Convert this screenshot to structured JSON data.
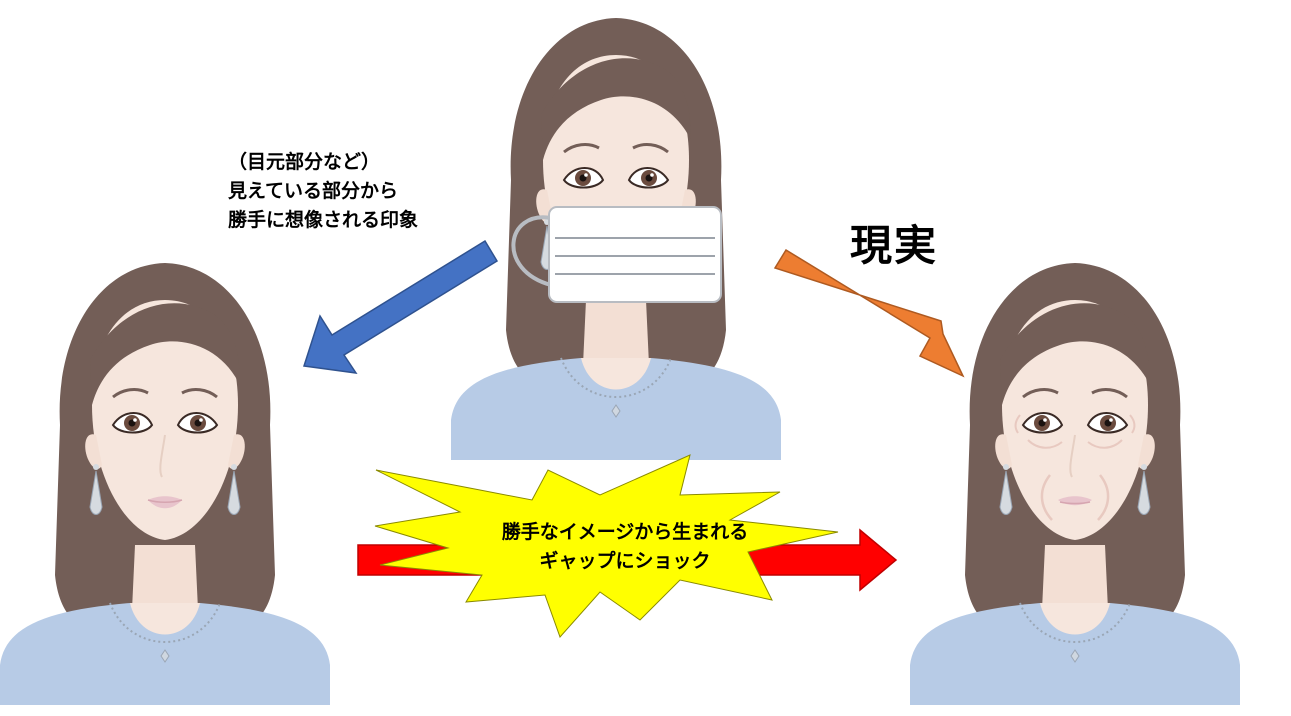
{
  "caption_left": {
    "line1": "（目元部分など）",
    "line2": "見えている部分から",
    "line3": "勝手に想像される印象"
  },
  "reality_label": "現実",
  "burst": {
    "line1": "勝手なイメージから生まれる",
    "line2": "ギャップにショック"
  },
  "colors": {
    "hair": "#735e57",
    "skin": "#f6e6dd",
    "shirt": "#b7cbe6",
    "mask": "#ffffff",
    "arrow_blue": "#4472c4",
    "arrow_orange": "#ed7d31",
    "arrow_red": "#ff0000",
    "burst_fill": "#ffff00"
  }
}
